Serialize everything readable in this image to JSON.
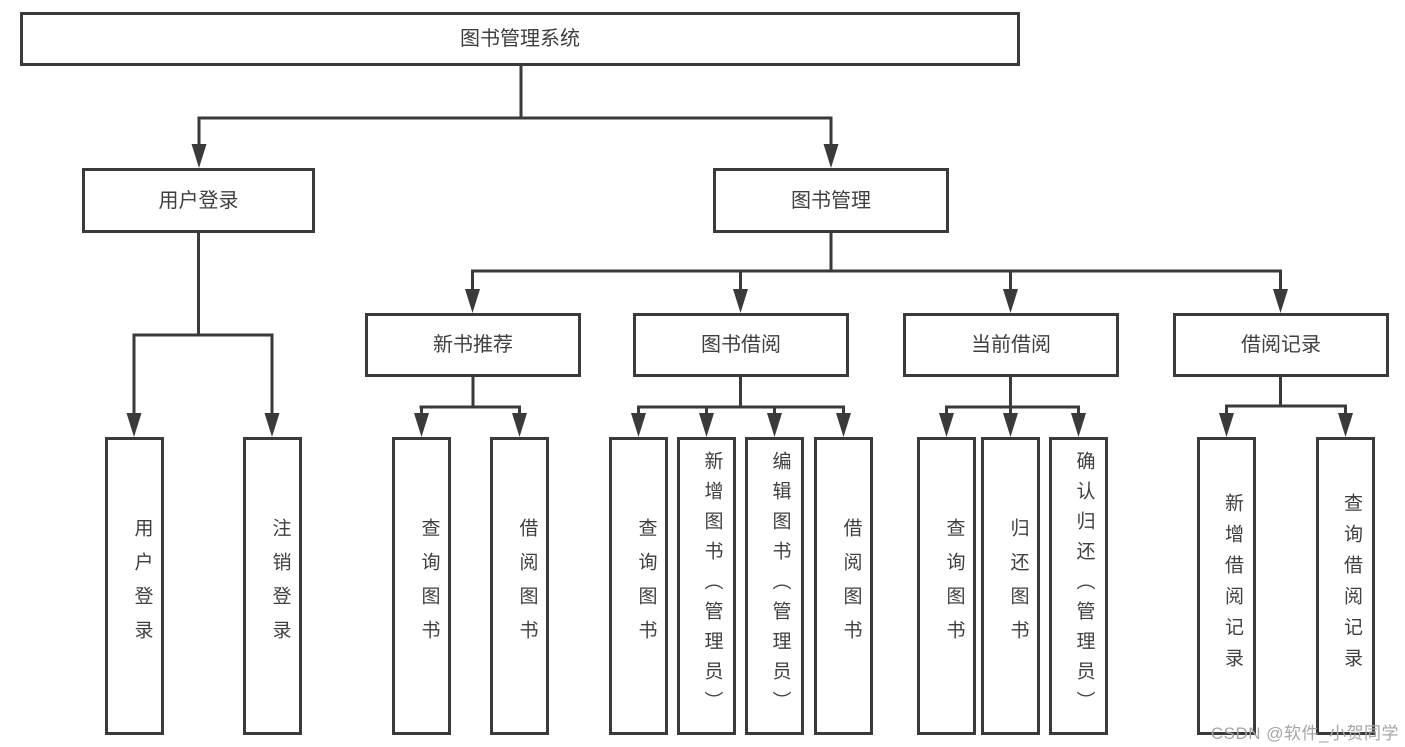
{
  "diagram": {
    "type": "tree-structure-chart",
    "colors": {
      "background": "#ffffff",
      "line": "#3a3a3c",
      "box_border": "#3a3a3c",
      "text": "#3f3f41",
      "watermark": "#a5a5a5"
    },
    "watermark": "CSDN @软件_小贺同学",
    "nodes": {
      "root": {
        "label": "图书管理系统"
      },
      "user_login": {
        "label": "用户登录"
      },
      "book_mgmt": {
        "label": "图书管理"
      },
      "new_book": {
        "label": "新书推荐"
      },
      "book_borrow": {
        "label": "图书借阅"
      },
      "current_borrow": {
        "label": "当前借阅"
      },
      "borrow_records": {
        "label": "借阅记录"
      },
      "ul_login": {
        "label": "用户登录"
      },
      "ul_logout": {
        "label": "注销登录"
      },
      "nb_query": {
        "label": "查询图书"
      },
      "nb_borrow": {
        "label": "借阅图书"
      },
      "bb_query": {
        "label": "查询图书"
      },
      "bb_add": {
        "label": "新增图书（管理员）"
      },
      "bb_edit": {
        "label": "编辑图书（管理员）"
      },
      "bb_borrow": {
        "label": "借阅图书"
      },
      "cb_query": {
        "label": "查询图书"
      },
      "cb_return": {
        "label": "归还图书"
      },
      "cb_confirm": {
        "label": "确认归还（管理员）"
      },
      "br_add": {
        "label": "新增借阅记录"
      },
      "br_query": {
        "label": "查询借阅记录"
      }
    },
    "hierarchy": {
      "图书管理系统": [
        "用户登录",
        "图书管理"
      ],
      "用户登录": [
        "用户登录",
        "注销登录"
      ],
      "图书管理": [
        "新书推荐",
        "图书借阅",
        "当前借阅",
        "借阅记录"
      ],
      "新书推荐": [
        "查询图书",
        "借阅图书"
      ],
      "图书借阅": [
        "查询图书",
        "新增图书（管理员）",
        "编辑图书（管理员）",
        "借阅图书"
      ],
      "当前借阅": [
        "查询图书",
        "归还图书",
        "确认归还（管理员）"
      ],
      "借阅记录": [
        "新增借阅记录",
        "查询借阅记录"
      ]
    }
  }
}
